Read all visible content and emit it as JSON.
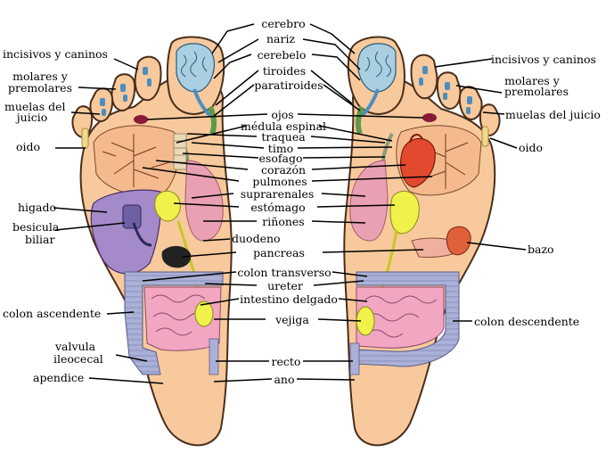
{
  "labels": {
    "incisivos_l1": "incisivos y caninos",
    "molares_l1": "molares y",
    "molares_l2": "premolares",
    "muelas_l1": "muelas del",
    "muelas_l2": "juicio",
    "oido_l": "oido",
    "higado": "higado",
    "besicula_l1": "besicula",
    "besicula_l2": "biliar",
    "colon_asc": "colon ascendente",
    "valvula_l1": "valvula",
    "valvula_l2": "ileocecal",
    "apendice": "apendice",
    "cerebro": "cerebro",
    "nariz": "nariz",
    "cerebelo": "cerebelo",
    "tiroides": "tiroides",
    "paratiroides": "paratiroides",
    "ojos": "ojos",
    "medula": "médula espinal",
    "traquea": "traquea",
    "timo": "timo",
    "esofago": "esofago",
    "corazon": "corazón",
    "pulmones": "pulmones",
    "suprarenales": "suprarenales",
    "estomago": "estómago",
    "rinones": "riñones",
    "duodeno": "duodeno",
    "pancreas": "pancreas",
    "colon_trans": "colon transverso",
    "ureter": "ureter",
    "intestino": "intestino delgado",
    "vejiga": "vejiga",
    "recto": "recto",
    "ano": "ano",
    "incisivos_r": "incisivos y caninos",
    "molares_r1": "molares y",
    "molares_r2": "premolares",
    "muelas_r": "muelas del juicio",
    "oido_r": "oido",
    "bazo": "bazo",
    "colon_desc": "colon descendente"
  },
  "colors": {
    "skin": "#f7c99c",
    "outline": "#4a2e1a",
    "brain": "#a9cfe0",
    "liver": "#a48ac8",
    "gallbladder": "#6f5fa3",
    "kidney": "#e9a0b3",
    "adrenal": "#f0f14a",
    "intestine": "#f2a6c1",
    "colon": "#aab0d6",
    "lung_bg": "#f5b98e",
    "heart": "#e24a2f",
    "spleen": "#e0603c",
    "teeth": "#4a8ec0",
    "eye": "#8a1a3a",
    "thymus": "#5c9a4a",
    "pancreas_dark": "#222222"
  }
}
